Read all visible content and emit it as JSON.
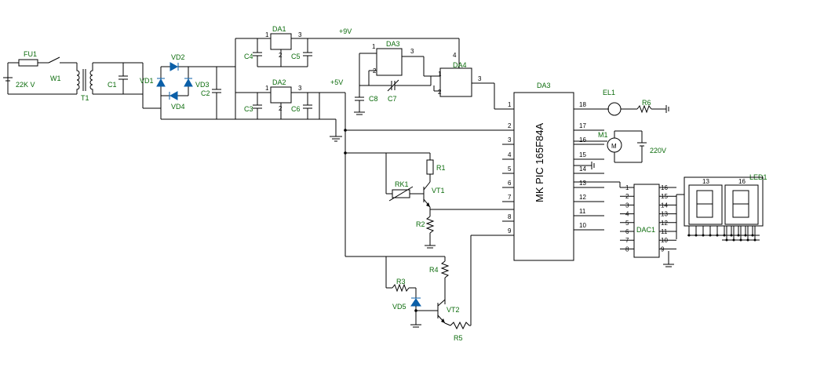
{
  "labels": {
    "fu1": "FU1",
    "w1": "W1",
    "supply": "22K V",
    "t1": "T1",
    "c1": "C1",
    "vd1": "VD1",
    "vd2": "VD2",
    "vd3": "VD3",
    "vd4": "VD4",
    "c2": "C2",
    "da1": "DA1",
    "da2": "DA2",
    "da3a": "DA3",
    "da4": "DA4",
    "da3": "DA3",
    "c3": "C3",
    "c4": "C4",
    "c5": "C5",
    "c6": "C6",
    "c7": "C7",
    "c8": "C8",
    "plus9": "+9V",
    "plus5": "+5V",
    "r1": "R1",
    "r2": "R2",
    "r3": "R3",
    "r4": "R4",
    "r5": "R5",
    "r6": "R6",
    "rk1": "RK1",
    "vt1": "VT1",
    "vt2": "VT2",
    "vd5": "VD5",
    "el1": "EL1",
    "m1": "M1",
    "motor": "M",
    "v220": "220V",
    "dac1": "DAC1",
    "led1": "LED1",
    "led_a": "13",
    "led_b": "16",
    "mcu": "MK PIC 165F84A"
  },
  "pins": {
    "da1": [
      "1",
      "3",
      "2"
    ],
    "da2": [
      "1",
      "3",
      "2"
    ],
    "da3a": [
      "1",
      "2",
      "3"
    ],
    "da4": [
      "1",
      "2",
      "3",
      "4"
    ],
    "mcu_left": [
      "1",
      "2",
      "3",
      "4",
      "5",
      "6",
      "7",
      "8",
      "9"
    ],
    "mcu_right": [
      "18",
      "17",
      "16",
      "15",
      "14",
      "13",
      "12",
      "11",
      "10"
    ],
    "dac_left": [
      "1",
      "2",
      "3",
      "4",
      "5",
      "6",
      "7",
      "8"
    ],
    "dac_right": [
      "16",
      "15",
      "14",
      "13",
      "12",
      "11",
      "10",
      "9"
    ]
  }
}
